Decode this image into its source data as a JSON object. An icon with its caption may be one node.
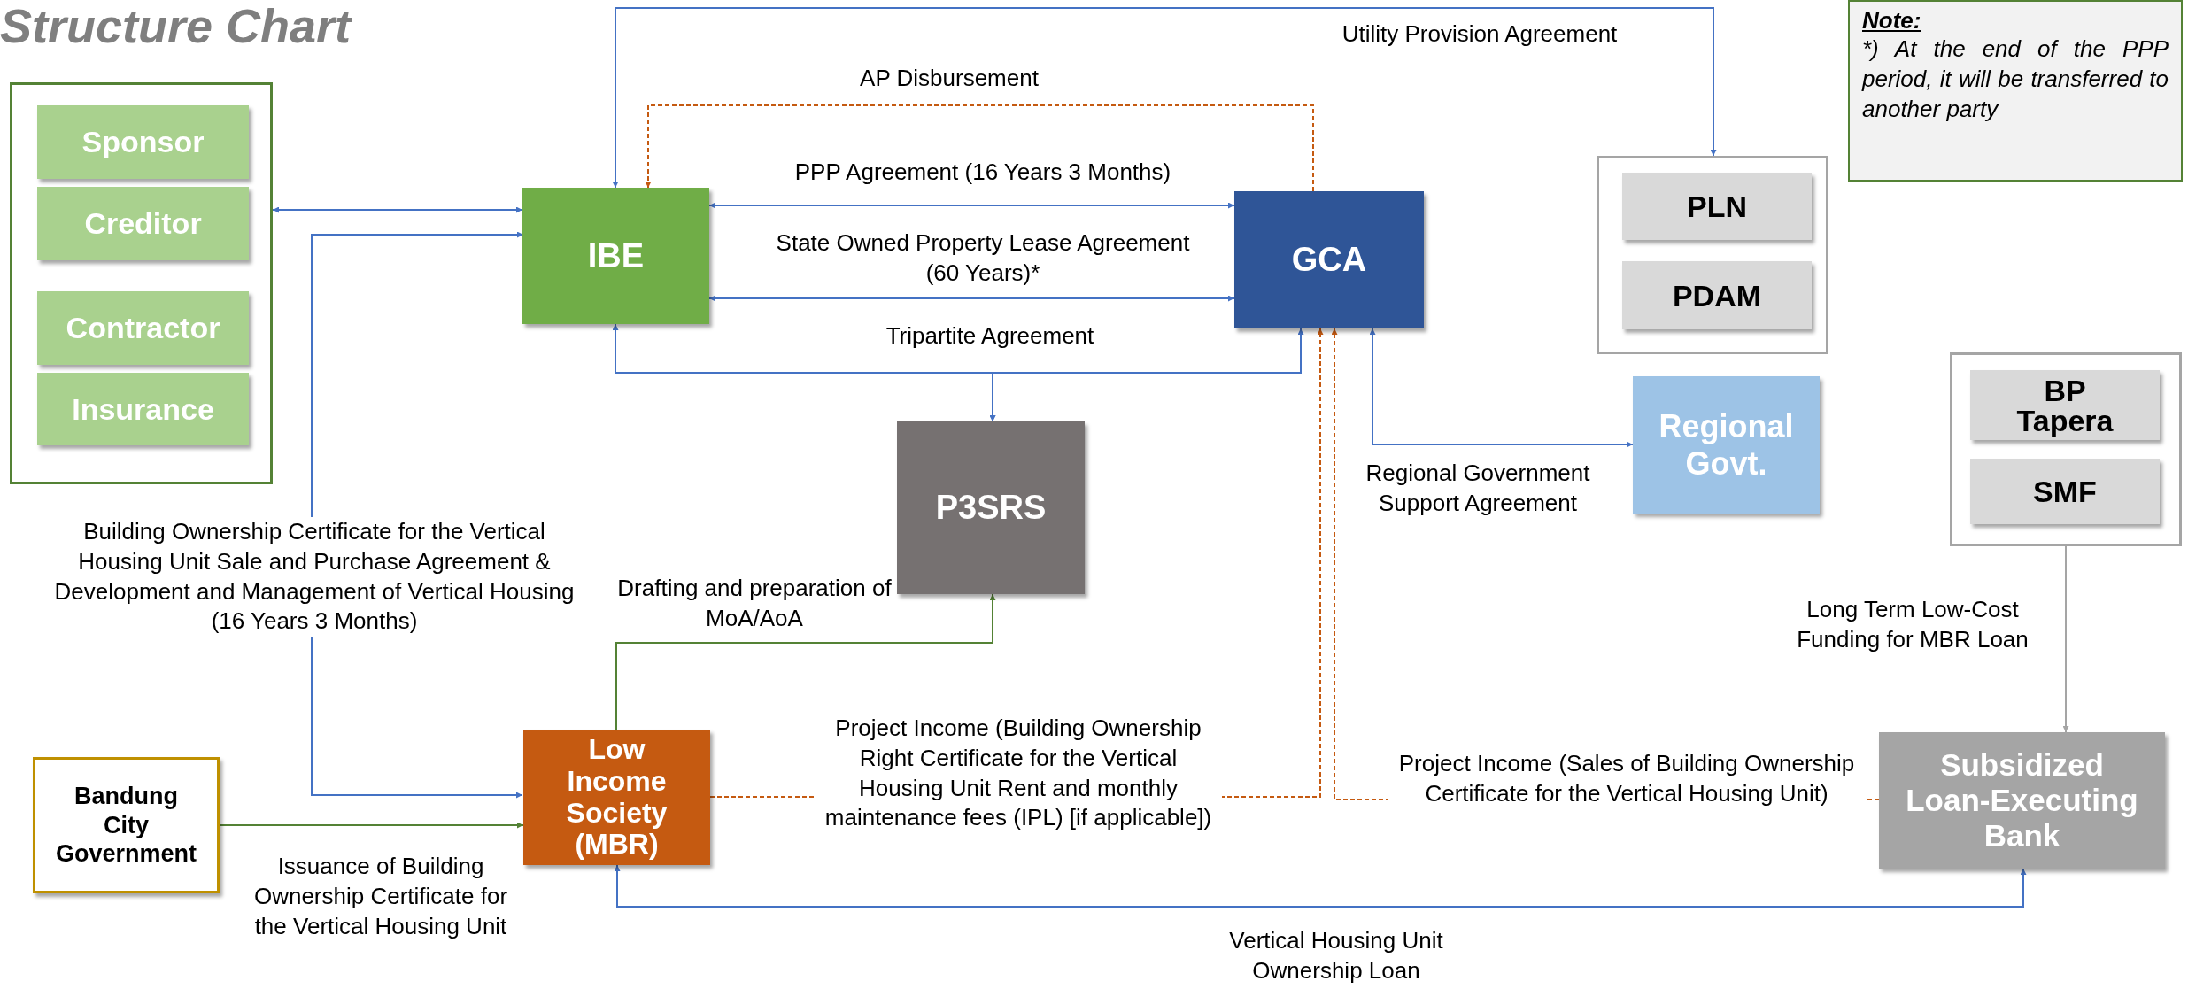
{
  "diagram": {
    "title": "Structure Chart",
    "nodes": [
      {
        "text": [],
        "shape": "box"
      },
      {
        "text": [
          "Sponsor"
        ],
        "in": 0
      },
      {
        "text": [
          "Creditor"
        ],
        "in": 0
      },
      {
        "text": [
          "Contractor"
        ],
        "in": 0
      },
      {
        "text": [
          "Insurance"
        ],
        "in": 0
      },
      {
        "text": [
          "IBE"
        ]
      },
      {
        "text": [
          "GCA"
        ]
      },
      {
        "text": [],
        "shape": "box"
      },
      {
        "text": [
          "PLN"
        ],
        "in": 7
      },
      {
        "text": [
          "PDAM"
        ],
        "in": 7
      },
      {
        "text": [
          "Note:",
          "*) At the end of the PPP period, it will be transferred to another party"
        ]
      },
      {
        "text": [
          "Regional Govt."
        ]
      },
      {
        "text": [
          "P3SRS"
        ]
      },
      {
        "text": [],
        "shape": "box"
      },
      {
        "text": [
          "BP Tapera"
        ],
        "in": 13
      },
      {
        "text": [
          "SMF"
        ],
        "in": 13
      },
      {
        "text": [
          "Bandung City Government"
        ]
      },
      {
        "text": [
          "Low Income Society (MBR)"
        ]
      },
      {
        "text": [
          "Subsidized Loan-Executing Bank"
        ]
      }
    ],
    "edges": [
      {
        "from": 0,
        "to": 5,
        "arrow": "both"
      },
      {
        "from": 17,
        "to": 5,
        "arrow": "both",
        "label": "Building Ownership Certificate for the Vertical Housing Unit Sale and Purchase Agreement & Development and Management of Vertical Housing (16 Years 3 Months)"
      },
      {
        "from": 5,
        "to": 7,
        "arrow": "both",
        "label": "Utility Provision Agreement"
      },
      {
        "from": 6,
        "to": 5,
        "arrow": "to",
        "style": "dashed",
        "color": "#c55a11",
        "label": "AP Disbursement"
      },
      {
        "from": 5,
        "to": 6,
        "arrow": "both",
        "label": "PPP Agreement (16 Years 3 Months)"
      },
      {
        "from": 5,
        "to": 6,
        "arrow": "both",
        "label": "State Owned Property Lease Agreement (60 Years)*"
      },
      {
        "from": 5,
        "to": 6,
        "arrow": "both",
        "label": "Tripartite Agreement"
      },
      {
        "from": 5,
        "to": 12,
        "arrow": "to"
      },
      {
        "from": 6,
        "to": 12,
        "arrow": "to"
      },
      {
        "from": 6,
        "to": 11,
        "arrow": "both",
        "label": "Regional Government Support Agreement"
      },
      {
        "from": 17,
        "to": 12,
        "arrow": "to",
        "color": "#548235",
        "label": "Drafting and preparation of MoA/AoA"
      },
      {
        "from": 16,
        "to": 17,
        "arrow": "to",
        "color": "#548235",
        "label": "Issuance of Building Ownership Certificate for the Vertical Housing Unit"
      },
      {
        "from": 17,
        "to": 6,
        "arrow": "to",
        "style": "dashed",
        "color": "#c55a11",
        "label": "Project Income (Building Ownership Right Certificate for the Vertical Housing Unit Rent and monthly maintenance fees (IPL) [if applicable])"
      },
      {
        "from": 18,
        "to": 6,
        "arrow": "to",
        "style": "dashed",
        "color": "#c55a11",
        "label": "Project Income (Sales of Building Ownership Certificate for the Vertical Housing Unit)"
      },
      {
        "from": 13,
        "to": 18,
        "arrow": "to",
        "color": "#a5a5a5",
        "label": "Long Term Low-Cost Funding for MBR Loan"
      },
      {
        "from": 17,
        "to": 18,
        "arrow": "both",
        "label": "Vertical Housing Unit Ownership Loan"
      }
    ]
  }
}
